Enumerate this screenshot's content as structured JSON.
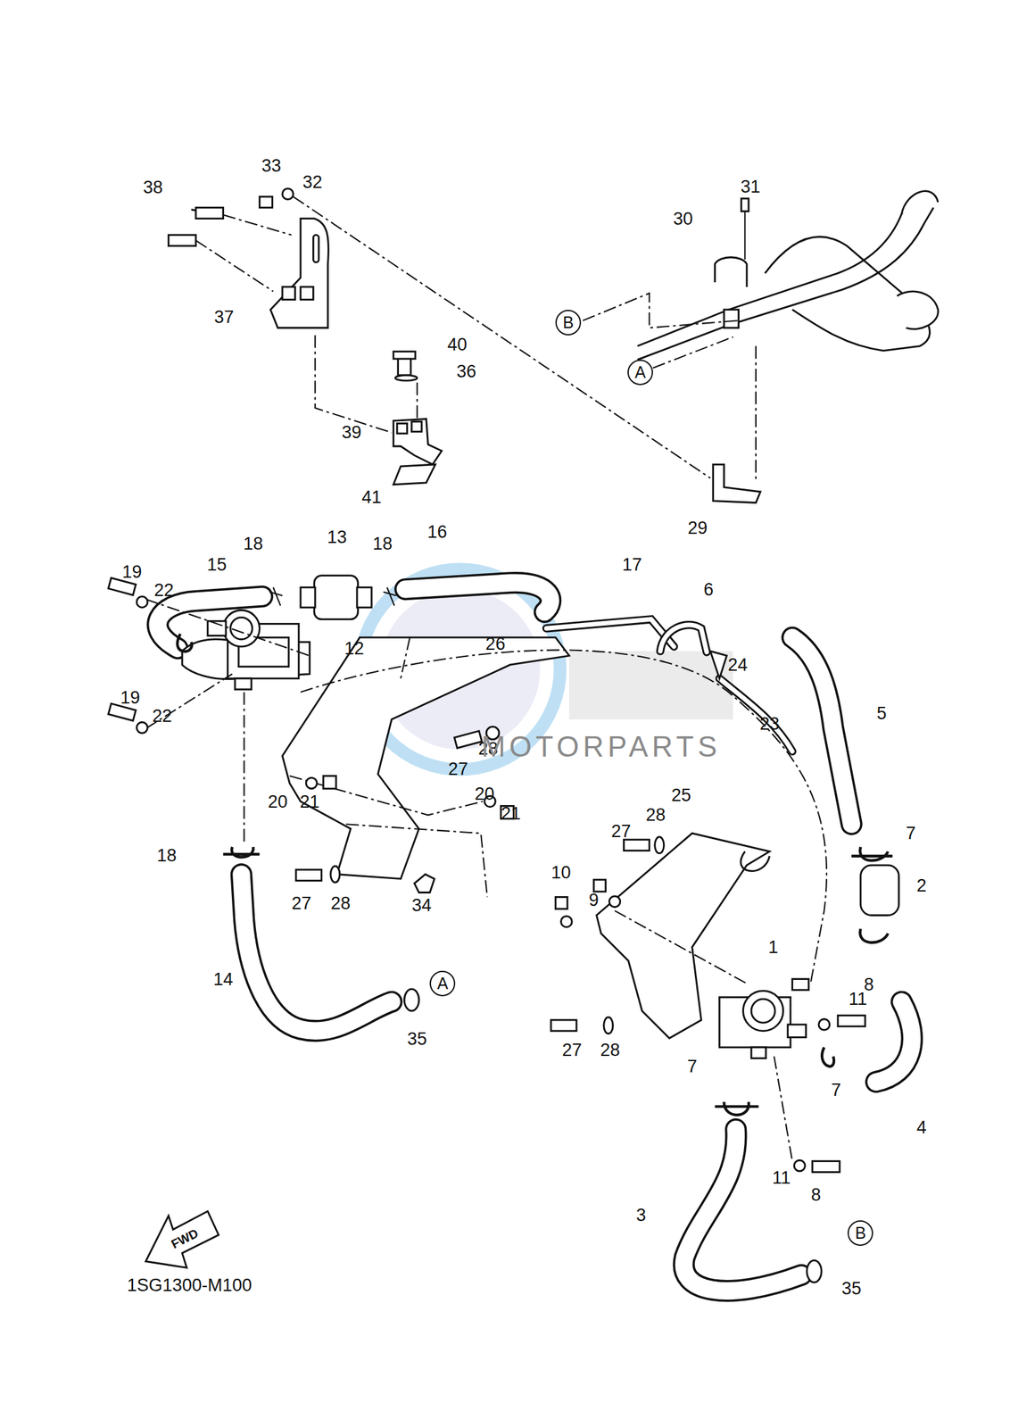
{
  "diagram": {
    "nodes": [
      {
        "text": [
          "B"
        ]
      },
      {
        "text": [
          "A"
        ]
      },
      {
        "text": [
          "A"
        ]
      },
      {
        "text": [
          "B"
        ]
      }
    ],
    "labels": [
      "33",
      "32",
      "38",
      "37",
      "40",
      "36",
      "39",
      "41",
      "31",
      "30",
      "29",
      "18",
      "13",
      "18",
      "16",
      "15",
      "19",
      "22",
      "17",
      "6",
      "24",
      "23",
      "5",
      "26",
      "12",
      "19",
      "22",
      "27",
      "28",
      "20",
      "21",
      "20",
      "21",
      "18",
      "27",
      "28",
      "34",
      "14",
      "35",
      "27",
      "28",
      "25",
      "10",
      "9",
      "7",
      "2",
      "1",
      "11",
      "8",
      "27",
      "28",
      "7",
      "7",
      "4",
      "11",
      "8",
      "3",
      "35",
      "FWD",
      "1SG1300-M100",
      "MOTORPARTS"
    ]
  }
}
